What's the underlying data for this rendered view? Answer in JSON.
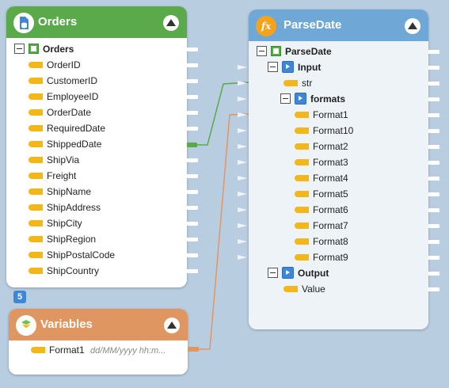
{
  "orders_node": {
    "title": "Orders",
    "root": "Orders",
    "fields": [
      "OrderID",
      "CustomerID",
      "EmployeeID",
      "OrderDate",
      "RequiredDate",
      "ShippedDate",
      "ShipVia",
      "Freight",
      "ShipName",
      "ShipAddress",
      "ShipCity",
      "ShipRegion",
      "ShipPostalCode",
      "ShipCountry"
    ],
    "badge": "5",
    "color": "#5aa94a"
  },
  "parsedate_node": {
    "title": "ParseDate",
    "root": "ParseDate",
    "input_label": "Input",
    "str_label": "str",
    "formats_label": "formats",
    "formats": [
      "Format1",
      "Format10",
      "Format2",
      "Format3",
      "Format4",
      "Format5",
      "Format6",
      "Format7",
      "Format8",
      "Format9"
    ],
    "output_label": "Output",
    "value_label": "Value",
    "color": "#6fa8d6",
    "icon_text": "fx"
  },
  "variables_node": {
    "title": "Variables",
    "var_name": "Format1",
    "var_value": "dd/MM/yyyy hh:m...",
    "color": "#df9660"
  }
}
